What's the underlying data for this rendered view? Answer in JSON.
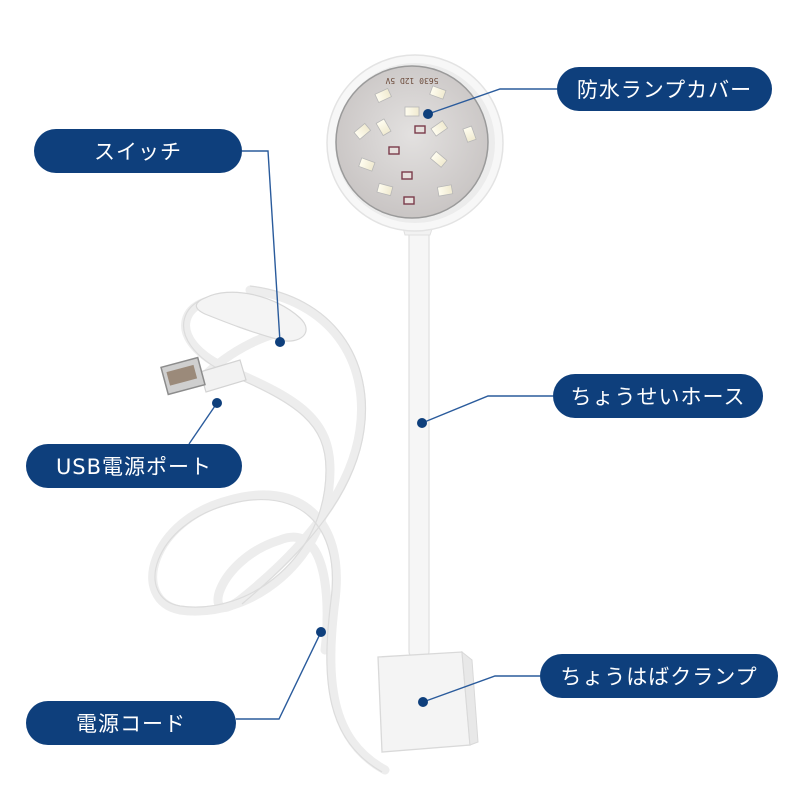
{
  "labels": {
    "lamp_cover": "防水ランプカバー",
    "switch": "スイッチ",
    "hose": "ちょうせいホース",
    "usb_port": "USB電源ポート",
    "clamp": "ちょうはばクランプ",
    "power_cord": "電源コード"
  },
  "lamp_board_text": "5630 12D 5V",
  "colors": {
    "label_bg": "#0e3f7c",
    "label_text": "#ffffff",
    "leader_line": "#2a5b9c",
    "product_white": "#f7f7f7",
    "lamp_face": "#d8d5d4"
  }
}
